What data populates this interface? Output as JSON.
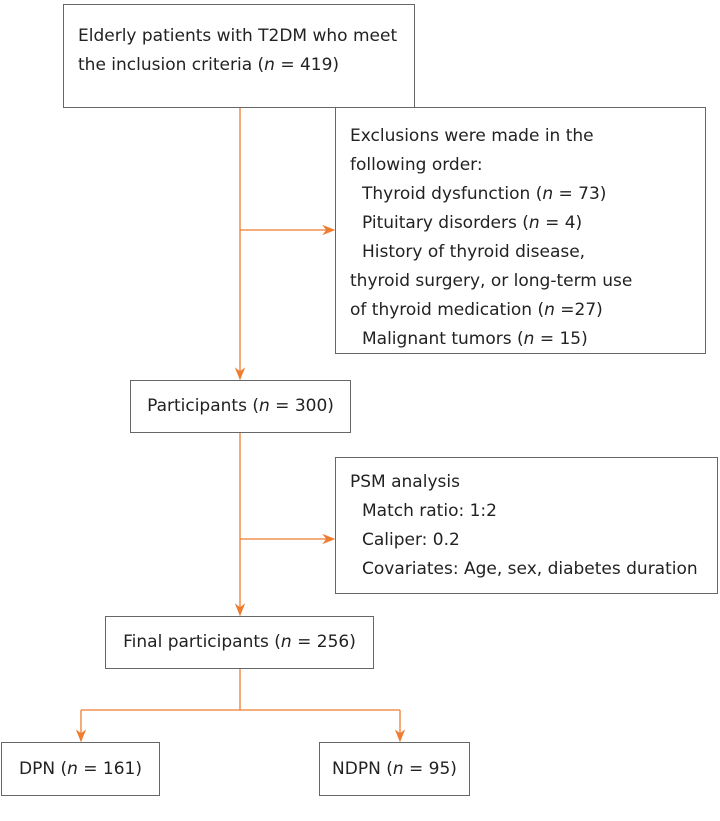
{
  "colors": {
    "arrow": "#f07c30",
    "border": "#666666"
  },
  "boxes": {
    "inclusion": {
      "lines": [
        "Elderly patients with T2DM who meet",
        "the inclusion criteria (n = 419)"
      ]
    },
    "exclusions": {
      "lines": [
        "Exclusions were made in the",
        "following order:",
        "Thyroid dysfunction (n = 73)",
        "Pituitary disorders (n = 4)",
        "History of thyroid disease,",
        "thyroid surgery, or long-term use",
        "of thyroid medication (n =27)",
        "Malignant tumors (n = 15)"
      ]
    },
    "participants": {
      "text": "Participants (n = 300)"
    },
    "psm": {
      "lines": [
        "PSM analysis",
        "Match ratio: 1:2",
        "Caliper: 0.2",
        "Covariates: Age, sex, diabetes duration"
      ]
    },
    "final": {
      "text": "Final participants (n = 256)"
    },
    "dpn": {
      "text": "DPN (n = 161)"
    },
    "ndpn": {
      "text": "NDPN (n = 95)"
    }
  }
}
